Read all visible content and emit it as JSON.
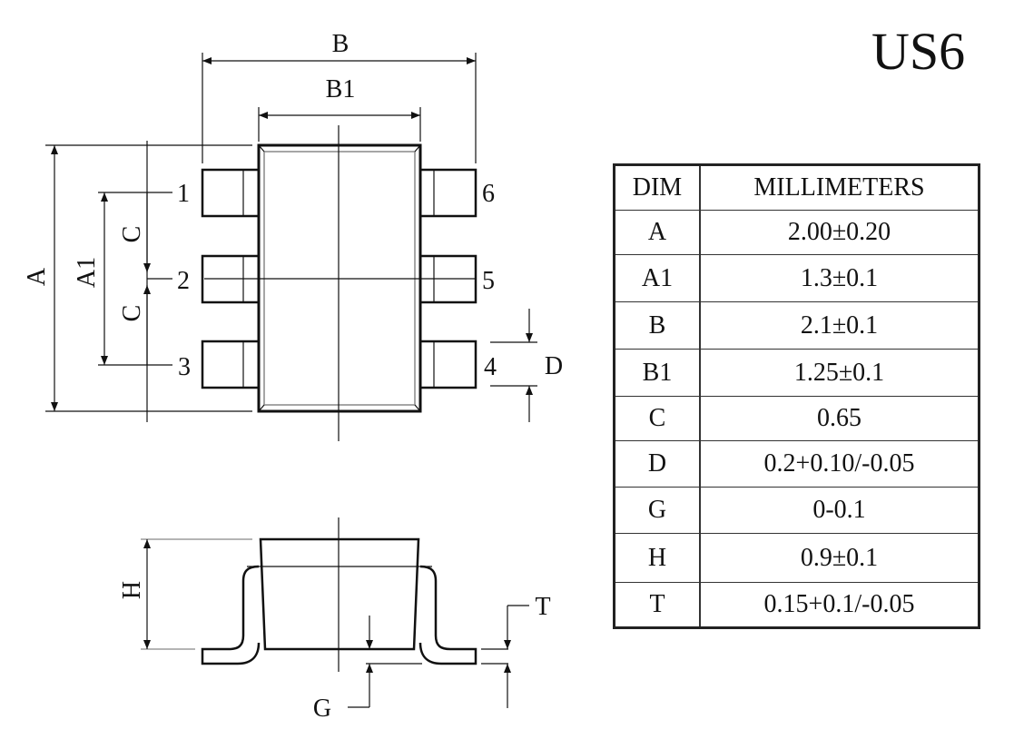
{
  "title": "US6",
  "labels": {
    "A": "A",
    "A1": "A1",
    "B": "B",
    "B1": "B1",
    "C": "C",
    "D": "D",
    "G": "G",
    "H": "H",
    "T": "T"
  },
  "pins": [
    "1",
    "2",
    "3",
    "4",
    "5",
    "6"
  ],
  "table": {
    "headers": [
      "DIM",
      "MILLIMETERS"
    ],
    "rows": [
      {
        "dim": "A",
        "value": "2.00±0.20"
      },
      {
        "dim": "A1",
        "value": "1.3±0.1"
      },
      {
        "dim": "B",
        "value": "2.1±0.1"
      },
      {
        "dim": "B1",
        "value": "1.25±0.1"
      },
      {
        "dim": "C",
        "value": "0.65"
      },
      {
        "dim": "D",
        "value": "0.2+0.10/-0.05"
      },
      {
        "dim": "G",
        "value": "0-0.1"
      },
      {
        "dim": "H",
        "value": "0.9±0.1"
      },
      {
        "dim": "T",
        "value": "0.15+0.1/-0.05"
      }
    ]
  }
}
